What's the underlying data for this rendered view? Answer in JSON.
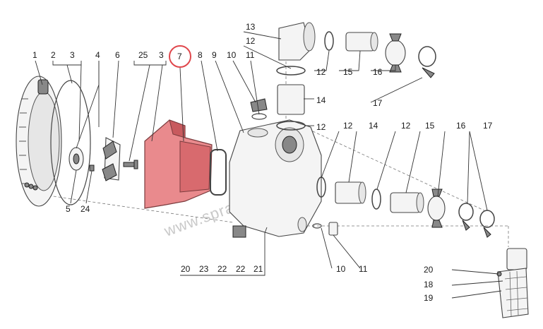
{
  "watermark": "www.spraytec.com.ua",
  "highlight": {
    "label": "7",
    "fill_color": "#e98a8d",
    "ring_color": "#e0474c"
  },
  "labels": {
    "l1": "1",
    "l2": "2",
    "l3a": "3",
    "l4": "4",
    "l6": "6",
    "l25": "25",
    "l3b": "3",
    "l7": "7",
    "l8": "8",
    "l9": "9",
    "l10a": "10",
    "l11a": "11",
    "l13": "13",
    "l12a": "12",
    "l12b": "12",
    "l15a": "15",
    "l16a": "16",
    "l17a": "17",
    "l14a": "14",
    "l12c": "12",
    "l12d": "12",
    "l14b": "14",
    "l12e": "12",
    "l15b": "15",
    "l16b": "16",
    "l17b": "17",
    "l5": "5",
    "l24": "24",
    "l10b": "10",
    "l11b": "11",
    "l20a": "20",
    "l23": "23",
    "l22a": "22",
    "l22b": "22",
    "l21": "21",
    "l20b": "20",
    "l18": "18",
    "l19": "19"
  }
}
